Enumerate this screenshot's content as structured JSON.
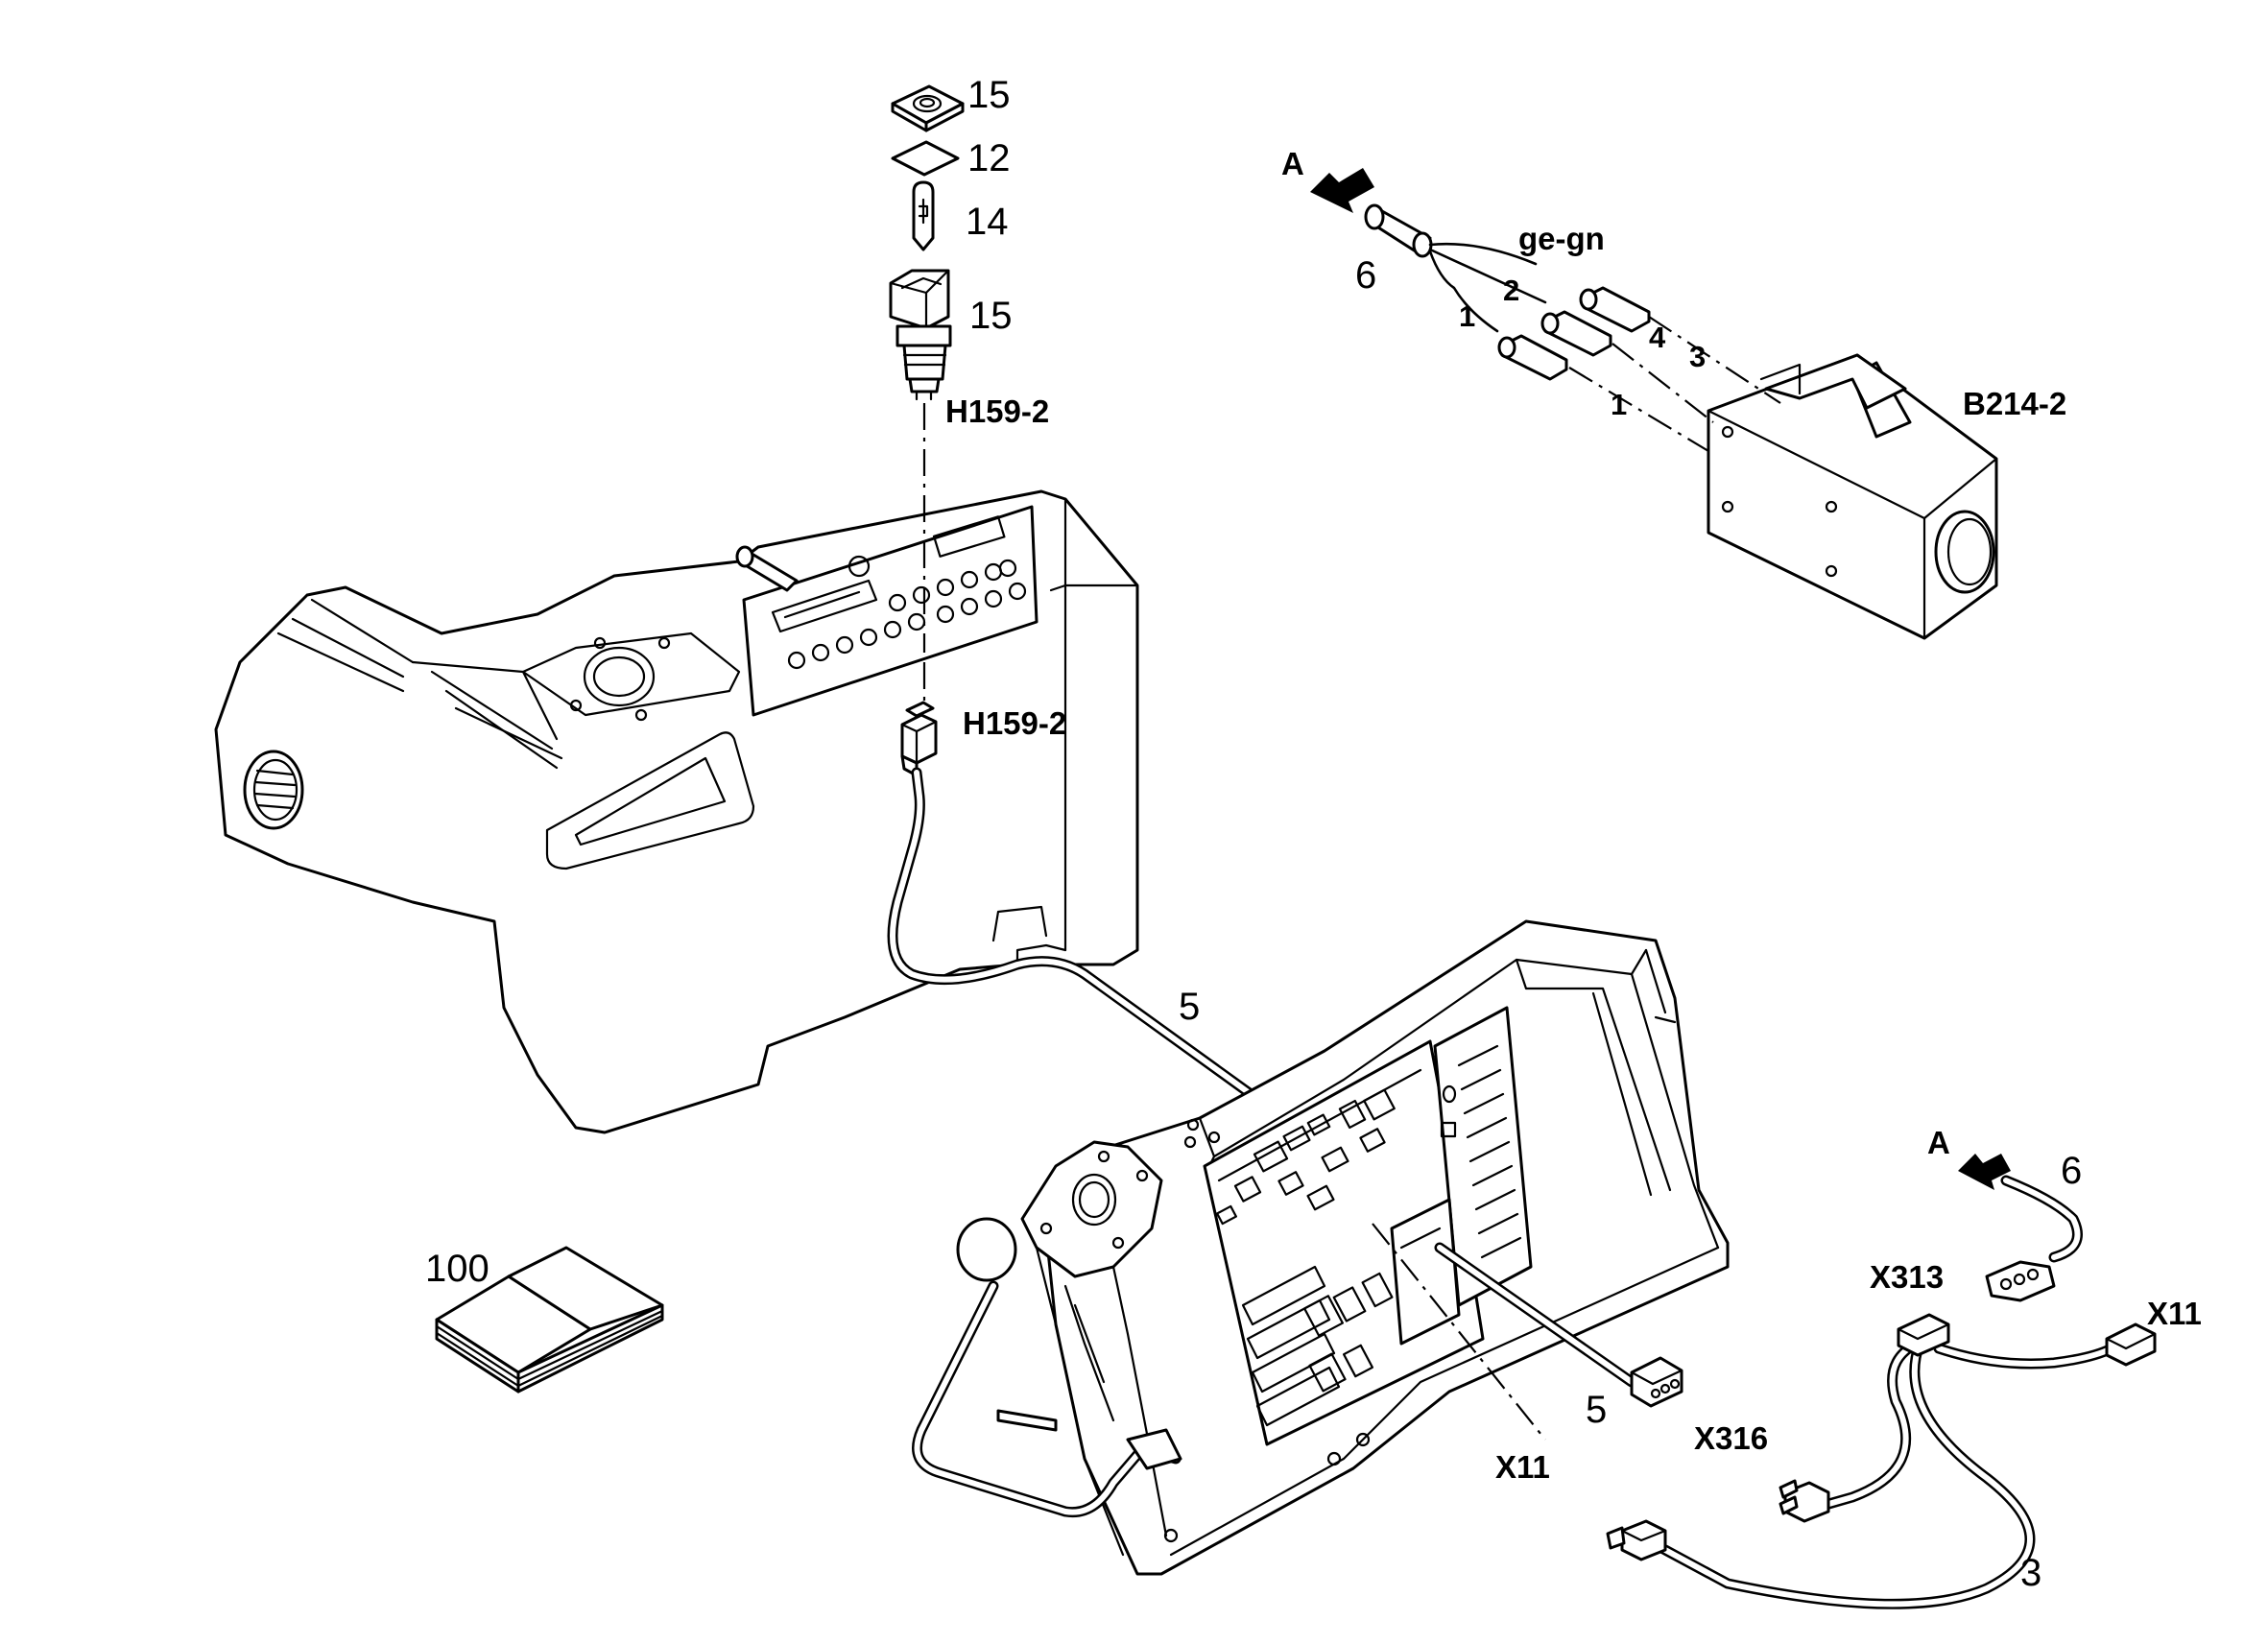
{
  "labels": {
    "cap": "15",
    "lens": "12",
    "bulb": "14",
    "switch": "15",
    "h159_top": "H159-2",
    "h159_mid": "H159-2",
    "arrow_top": "A",
    "arrow_bottom": "A",
    "cable_top": "6",
    "cable_bottom": "6",
    "wire_color": "ge-gn",
    "pin_1_left": "1",
    "pin_2": "2",
    "pin_3": "3",
    "pin_4": "4",
    "pin_1_right": "1",
    "sensor": "B214-2",
    "harness_5_top": "5",
    "harness_5_bottom": "5",
    "manual": "100",
    "x313": "X313",
    "x11_right": "X11",
    "x316": "X316",
    "x11_bottom": "X11",
    "harness_3": "3"
  },
  "colors": {
    "line": "#000000",
    "background": "#ffffff"
  }
}
